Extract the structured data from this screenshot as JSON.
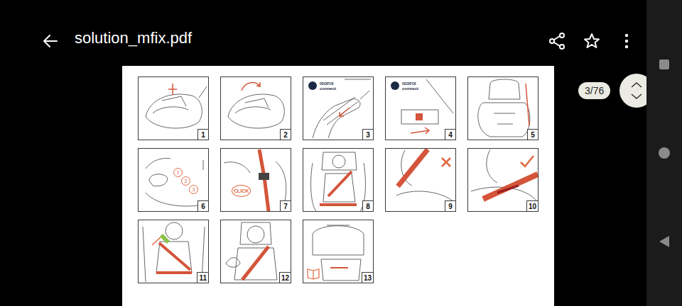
{
  "diagram": {
    "title": "solution_mfix.pdf",
    "nodes": [
      {
        "text": [
          "1"
        ]
      },
      {
        "text": [
          "2"
        ]
      },
      {
        "text": [
          "ISOFIX connect",
          "3"
        ]
      },
      {
        "text": [
          "ISOFIX connect",
          "4"
        ]
      },
      {
        "text": [
          "5"
        ]
      },
      {
        "text": [
          "1",
          "2",
          "3",
          "6"
        ]
      },
      {
        "text": [
          "CLICK",
          "7"
        ]
      },
      {
        "text": [
          "8"
        ]
      },
      {
        "text": [
          "9"
        ]
      },
      {
        "text": [
          "10"
        ]
      },
      {
        "text": [
          "11"
        ]
      },
      {
        "text": [
          "12"
        ]
      },
      {
        "text": [
          "13"
        ]
      }
    ],
    "labels": [
      "3/76"
    ]
  }
}
